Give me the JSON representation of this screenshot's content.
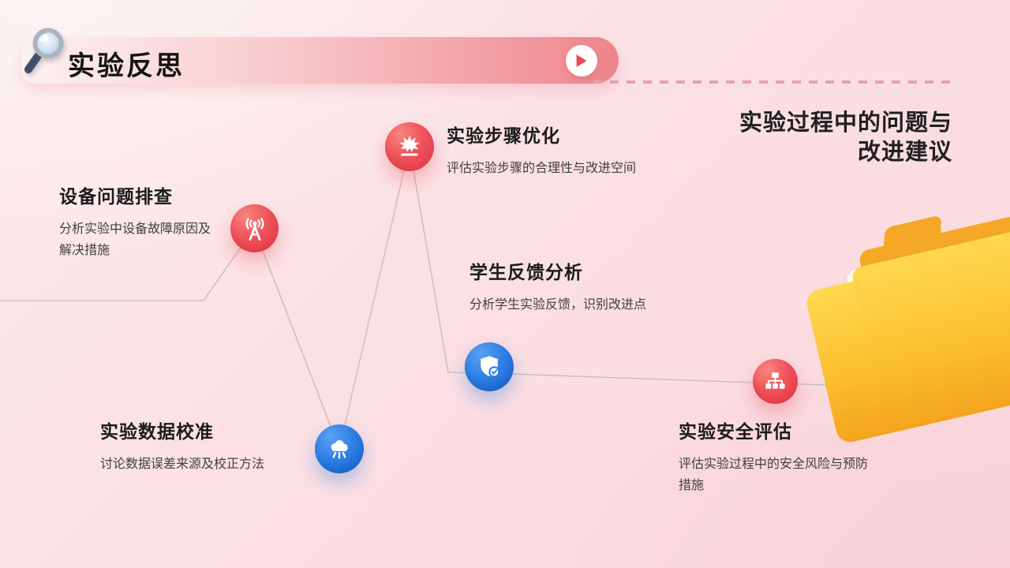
{
  "header": {
    "title": "实验反思",
    "magnifier_icon": "magnifier-icon",
    "play_icon": "play-icon"
  },
  "heading": {
    "line1": "实验过程中的问题与",
    "line2": "改进建议"
  },
  "milestones": [
    {
      "title": "设备问题排查",
      "desc": "分析实验中设备故障原因及解决措施",
      "icon": "broadcast-tower-icon",
      "bubble_color": "#ee4d58"
    },
    {
      "title": "实验步骤优化",
      "desc": "评估实验步骤的合理性与改进空间",
      "icon": "explosion-icon",
      "bubble_color": "#ee4d58"
    },
    {
      "title": "学生反馈分析",
      "desc": "分析学生实验反馈，识别改进点",
      "icon": "shield-check-icon",
      "bubble_color": "#2276dd"
    },
    {
      "title": "实验数据校准",
      "desc": "讨论数据误差来源及校正方法",
      "icon": "cloud-rain-icon",
      "bubble_color": "#2276dd"
    },
    {
      "title": "实验安全评估",
      "desc": "评估实验过程中的安全风险与预防措施",
      "icon": "sitemap-icon",
      "bubble_color": "#ee4d58"
    }
  ],
  "decor": {
    "folder_icon": "folder-icon"
  },
  "colors": {
    "background": "#fbe0e4",
    "banner": "#ee848b",
    "dash": "#e6a2ab",
    "connector": "#bdb6b6",
    "red_bubble": "#ee4d58",
    "blue_bubble": "#2276dd",
    "heading_text": "#202020",
    "body_text": "#404040",
    "folder_yellow": "#fbc02f"
  }
}
